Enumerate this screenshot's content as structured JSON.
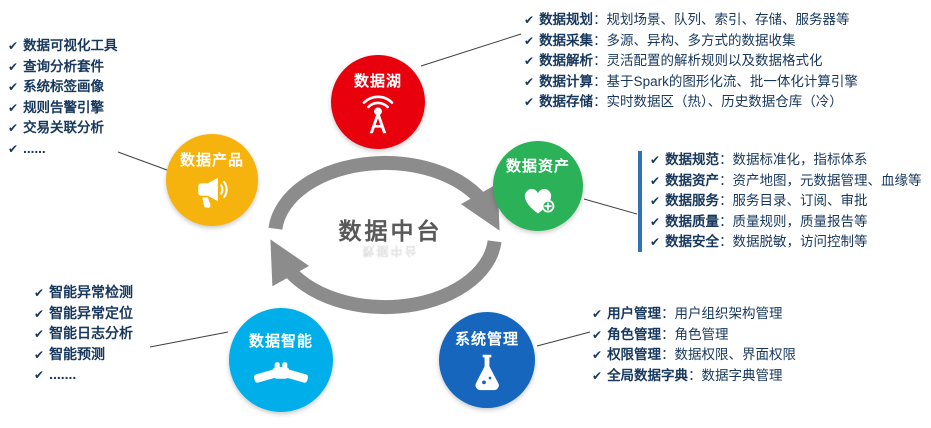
{
  "ui": {
    "check": "✔"
  },
  "center": {
    "title": "数据中台"
  },
  "colors": {
    "lake": "#e8000d",
    "product": "#f7b30d",
    "asset": "#2bb157",
    "intelligence": "#00afe9",
    "system": "#1566bc",
    "arrow": "#8c8c8c",
    "text": "#17375d",
    "bracket": "#2e74b5",
    "center_text": "#595959"
  },
  "nodes": {
    "lake": {
      "label": "数据湖"
    },
    "product": {
      "label": "数据产品"
    },
    "asset": {
      "label": "数据资产"
    },
    "intelligence": {
      "label": "数据智能"
    },
    "system": {
      "label": "系统管理"
    }
  },
  "lists": {
    "product": {
      "items": [
        "数据可视化工具",
        "查询分析套件",
        "系统标签画像",
        "规则告警引擎",
        "交易关联分析",
        "......"
      ]
    },
    "lake": {
      "items": [
        {
          "label": "数据规划",
          "desc": "：规划场景、队列、索引、存储、服务器等"
        },
        {
          "label": "数据采集",
          "desc": "：多源、异构、多方式的数据收集"
        },
        {
          "label": "数据解析",
          "desc": "：灵活配置的解析规则以及数据格式化"
        },
        {
          "label": "数据计算",
          "desc": "：基于Spark的图形化流、批一体化计算引擎"
        },
        {
          "label": "数据存储",
          "desc": "：实时数据区（热）、历史数据仓库（冷）"
        }
      ]
    },
    "asset": {
      "items": [
        {
          "label": "数据规范",
          "desc": "：数据标准化，指标体系"
        },
        {
          "label": "数据资产",
          "desc": "：资产地图，元数据管理、血缘等"
        },
        {
          "label": "数据服务",
          "desc": "：服务目录、订阅、审批"
        },
        {
          "label": "数据质量",
          "desc": "：质量规则，质量报告等"
        },
        {
          "label": "数据安全",
          "desc": "：数据脱敏，访问控制等"
        }
      ]
    },
    "intelligence": {
      "items": [
        "智能异常检测",
        "智能异常定位",
        "智能日志分析",
        "智能预测",
        "......."
      ]
    },
    "system": {
      "items": [
        {
          "label": "用户管理",
          "desc": "：用户组织架构管理"
        },
        {
          "label": "角色管理",
          "desc": "：角色管理"
        },
        {
          "label": "权限管理",
          "desc": "：数据权限、界面权限"
        },
        {
          "label": "全局数据字典",
          "desc": "：数据字典管理"
        }
      ]
    }
  }
}
